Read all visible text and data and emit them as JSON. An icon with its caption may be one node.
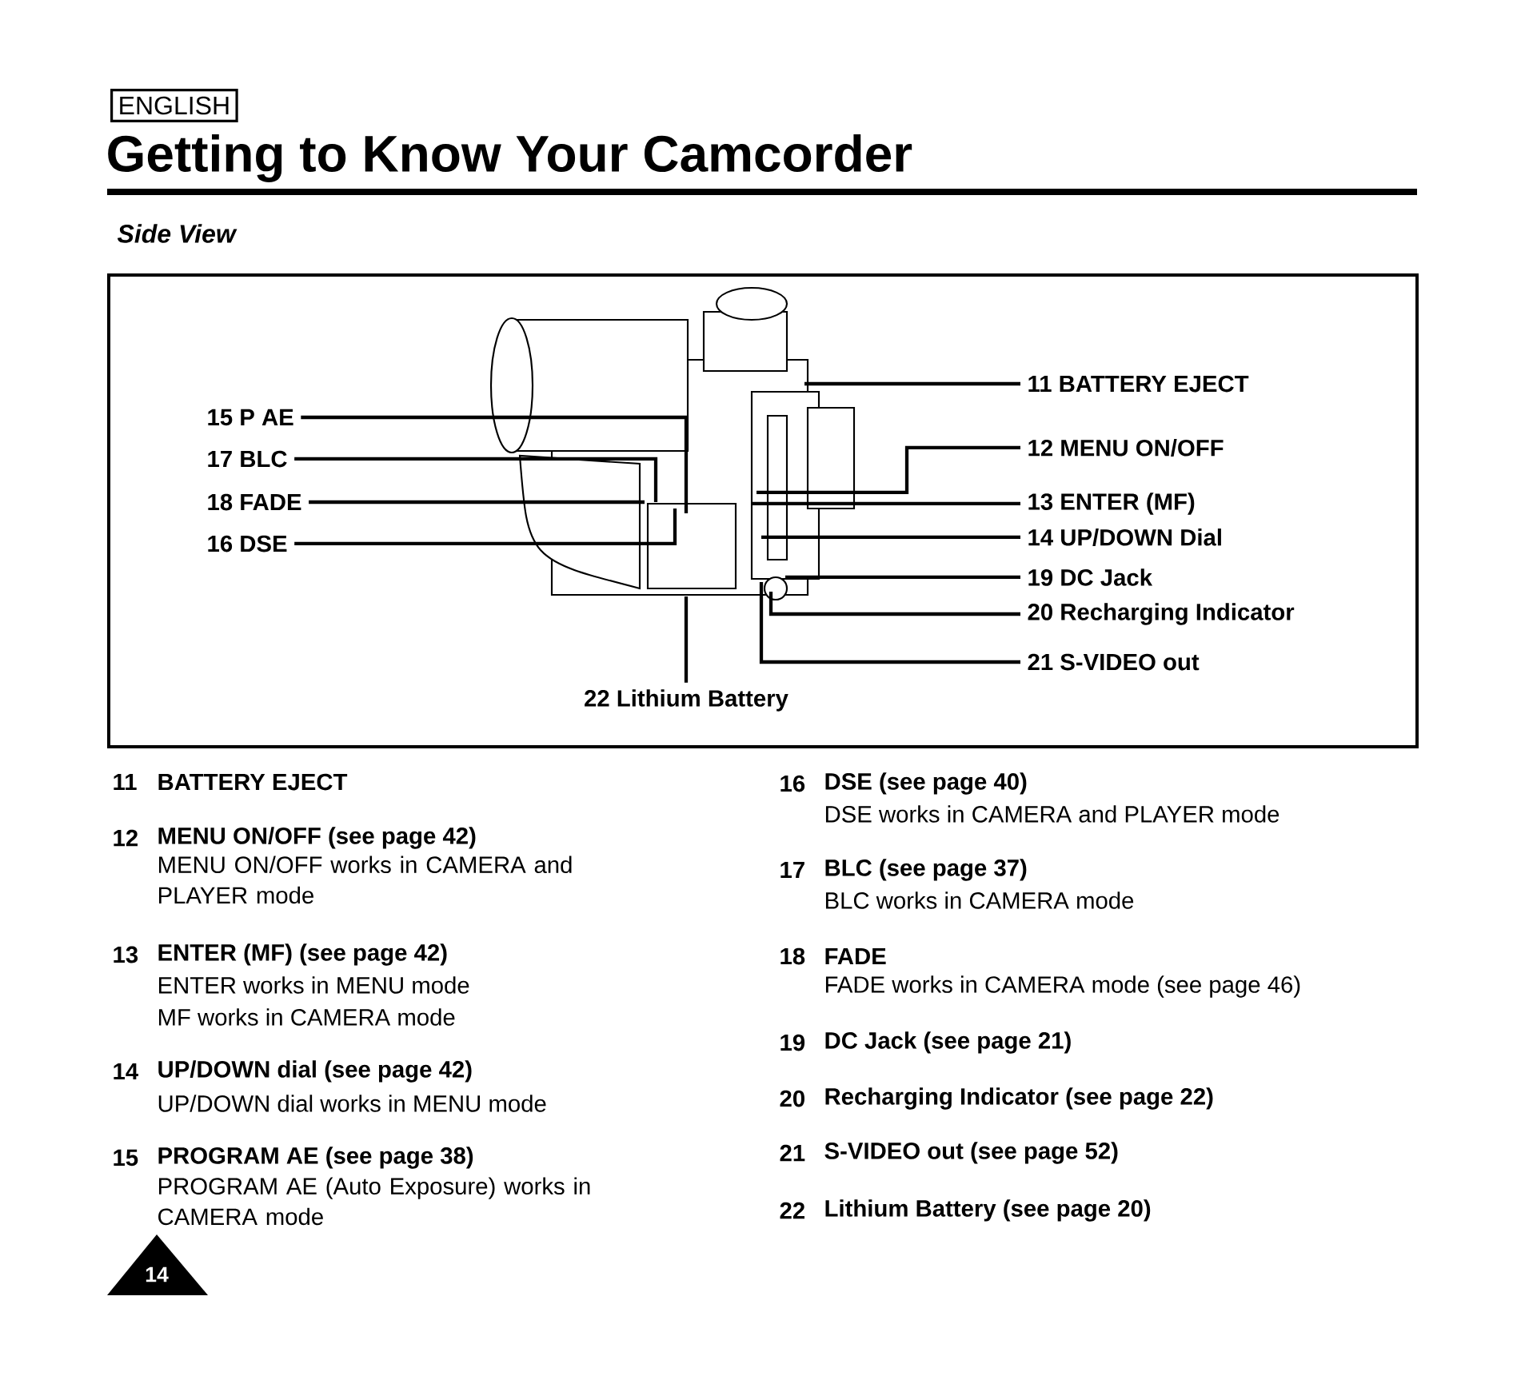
{
  "diagram": {
    "title": "Getting to Know Your Camcorder",
    "nodes": [
      {
        "text": [],
        "shape": "picture"
      },
      {
        "text": [
          "15 P AE"
        ]
      },
      {
        "text": [
          "17 BLC"
        ]
      },
      {
        "text": [
          "18 FADE"
        ]
      },
      {
        "text": [
          "16 DSE"
        ]
      },
      {
        "text": [
          "11 BATTERY EJECT"
        ]
      },
      {
        "text": [
          "12 MENU ON/OFF"
        ]
      },
      {
        "text": [
          "13 ENTER (MF)"
        ]
      },
      {
        "text": [
          "14 UP/DOWN Dial"
        ]
      },
      {
        "text": [
          "19 DC Jack"
        ]
      },
      {
        "text": [
          "20 Recharging Indicator"
        ]
      },
      {
        "text": [
          "21 S-VIDEO out"
        ]
      },
      {
        "text": [
          "22 Lithium Battery"
        ]
      }
    ],
    "edges": [
      {
        "from": 1,
        "to": 0,
        "arrow": "none"
      },
      {
        "from": 2,
        "to": 0,
        "arrow": "none"
      },
      {
        "from": 3,
        "to": 0,
        "arrow": "none"
      },
      {
        "from": 4,
        "to": 0,
        "arrow": "none"
      },
      {
        "from": 5,
        "to": 0,
        "arrow": "none"
      },
      {
        "from": 6,
        "to": 0,
        "arrow": "none"
      },
      {
        "from": 7,
        "to": 0,
        "arrow": "none"
      },
      {
        "from": 8,
        "to": 0,
        "arrow": "none"
      },
      {
        "from": 9,
        "to": 0,
        "arrow": "none"
      },
      {
        "from": 10,
        "to": 0,
        "arrow": "none"
      },
      {
        "from": 11,
        "to": 0,
        "arrow": "none"
      },
      {
        "from": 12,
        "to": 0,
        "arrow": "none"
      }
    ],
    "labels": [
      "ENGLISH",
      "Side View",
      "11",
      "BATTERY EJECT",
      "12",
      "MENU ON/OFF (see page 42)",
      "MENU ON/OFF works in CAMERA and PLAYER mode",
      "13",
      "ENTER (MF) (see page 42)",
      "ENTER works in MENU mode",
      "MF works in CAMERA mode",
      "14",
      "UP/DOWN dial (see page 42)",
      "UP/DOWN dial works in MENU mode",
      "15",
      "PROGRAM AE (see page 38)",
      "PROGRAM AE (Auto Exposure) works in CAMERA mode",
      "16",
      "DSE (see page 40)",
      "DSE works in CAMERA and PLAYER mode",
      "17",
      "BLC (see page 37)",
      "BLC works in CAMERA mode",
      "18",
      "FADE",
      "FADE works in CAMERA mode (see page 46)",
      "19",
      "DC Jack (see page 21)",
      "20",
      "Recharging Indicator (see page 22)",
      "21",
      "S-VIDEO out (see page 52)",
      "22",
      "Lithium Battery (see page 20)",
      "14"
    ]
  }
}
